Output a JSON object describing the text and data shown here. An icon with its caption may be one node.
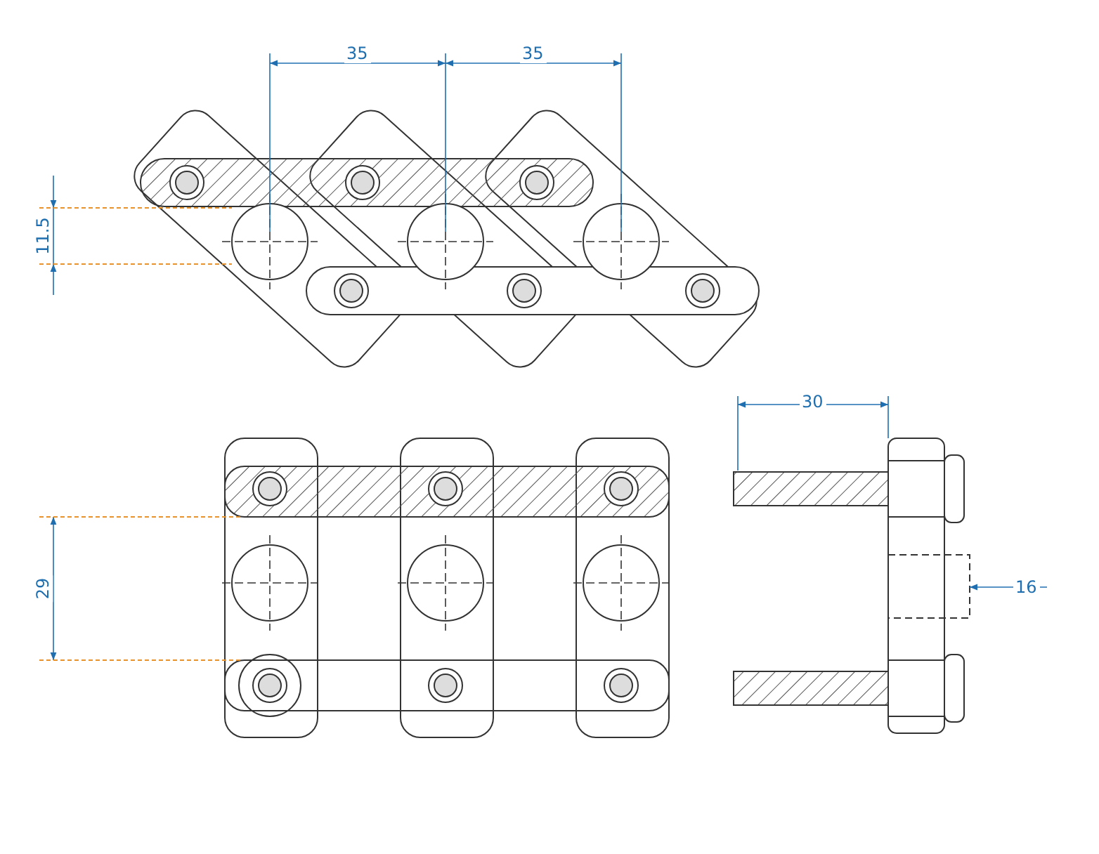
{
  "diagram": {
    "labels": [
      "35",
      "35",
      "11.5",
      "29",
      "30",
      "16"
    ]
  }
}
